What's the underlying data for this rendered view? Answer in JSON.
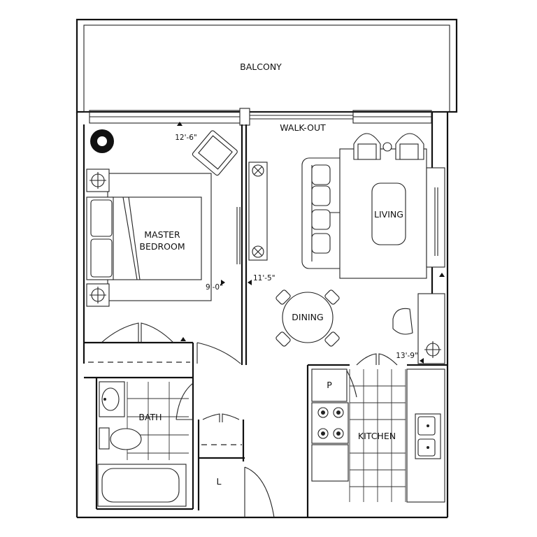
{
  "rooms": {
    "balcony": "BALCONY",
    "walkout": "WALK-OUT",
    "master_line1": "MASTER",
    "master_line2": "BEDROOM",
    "living": "LIVING",
    "dining": "DINING",
    "bath": "BATH",
    "kitchen": "KITCHEN",
    "pantry": "P",
    "laundry": "L"
  },
  "dimensions": {
    "bedroom_width": "12'-6\"",
    "bedroom_depth": "9'-0\"",
    "living_width": "11'-5\"",
    "living_depth": "13'-9\""
  }
}
